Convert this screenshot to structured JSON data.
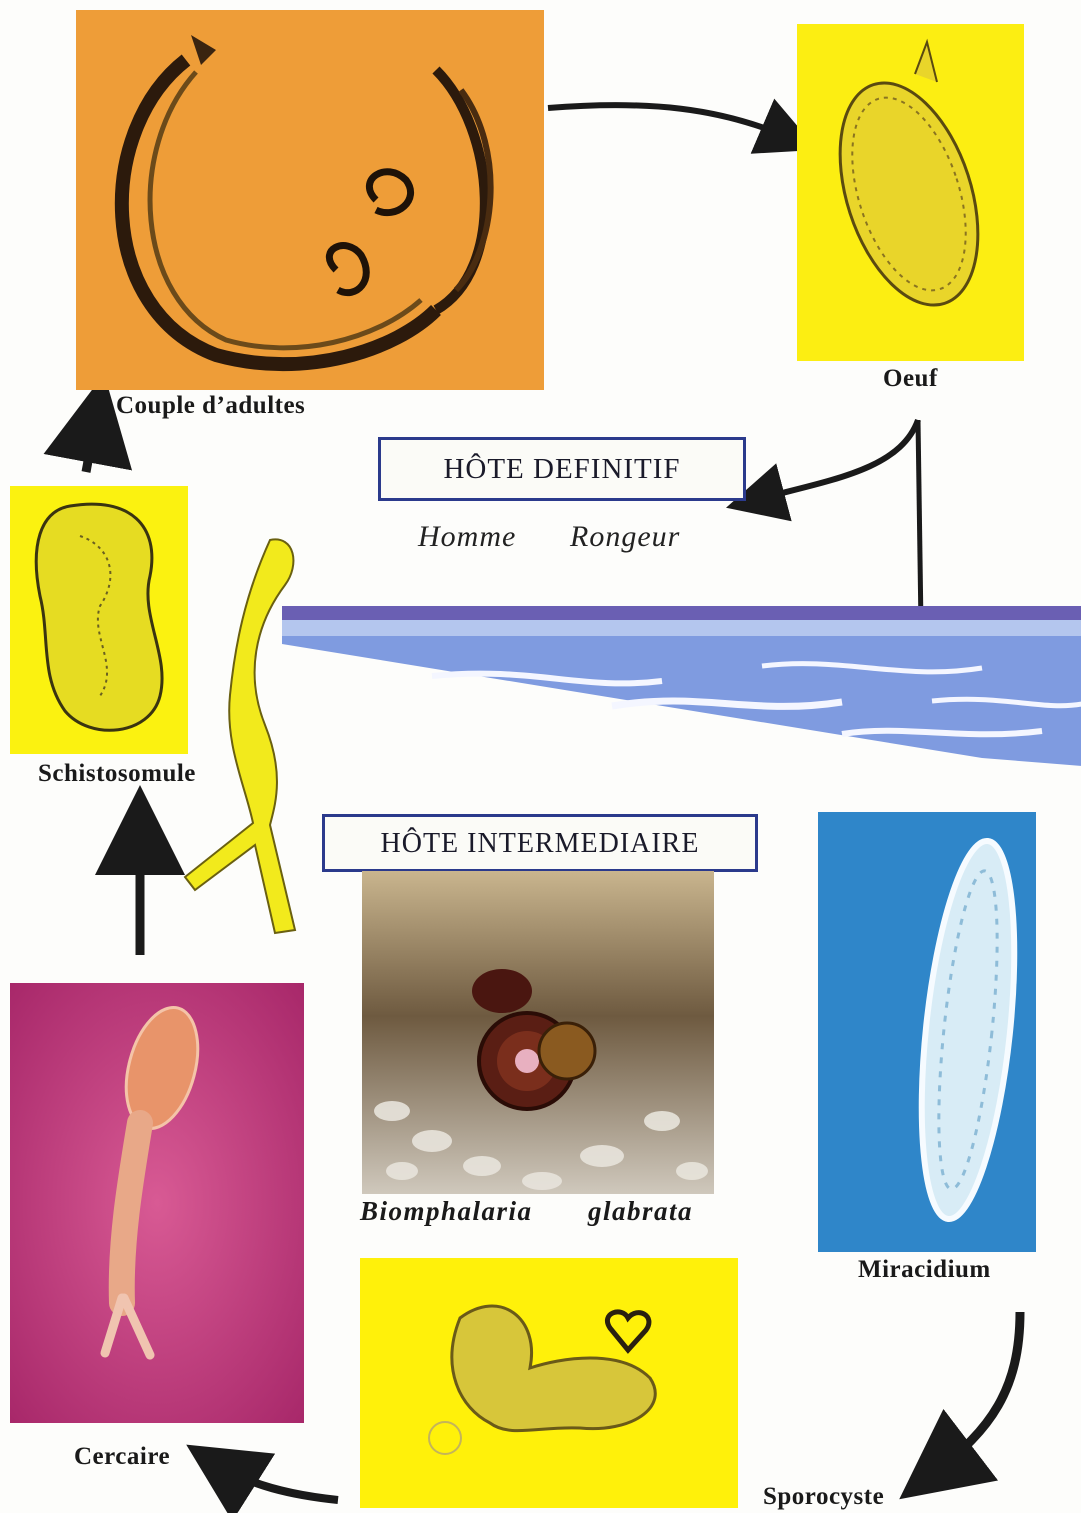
{
  "stages": {
    "adults": "Couple d’adultes",
    "egg": "Oeuf",
    "schistosomule": "Schistosomule",
    "miracidium": "Miracidium",
    "cercaria": "Cercaire",
    "sporocyst": "Sporocyste"
  },
  "definitive_host": {
    "title": "HÔTE   DEFINITIF",
    "host1": "Homme",
    "host2": "Rongeur"
  },
  "intermediate_host": {
    "title": "HÔTE   INTERMEDIAIRE",
    "species_genus": "Biomphalaria",
    "species_epithet": "glabrata"
  },
  "colors": {
    "adult_bg": "#f0a23a",
    "egg_bg": "#fcee12",
    "schisto_bg": "#fbf210",
    "miracidium_bg": "#2f86c9",
    "cercaria_bg": "#c43c80",
    "sporocyst_bg": "#fff10a",
    "water": "#7f9be0",
    "water_top": "#6a5fb3",
    "box_border": "#2b3a8c",
    "arrow": "#1a1a1a"
  }
}
